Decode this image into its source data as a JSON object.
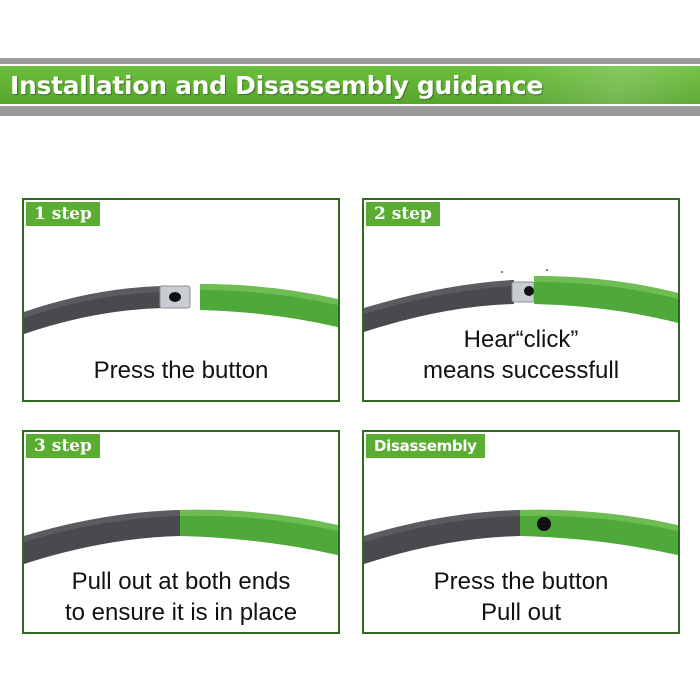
{
  "header": {
    "title": "Installation and Disassembly guidance"
  },
  "panels": [
    {
      "tag": "1 step",
      "lines": [
        "Press the button"
      ]
    },
    {
      "tag": "2 step",
      "lines": [
        "Hear“click”",
        "means successfull"
      ]
    },
    {
      "tag": "3 step",
      "lines": [
        "Pull out at both ends",
        "to ensure it is in place"
      ]
    },
    {
      "tag": "Disassembly",
      "lines": [
        "Press the button",
        "Pull out"
      ]
    }
  ],
  "colors": {
    "brand_green": "#5aad32",
    "tube_green": "#4ea83a",
    "tube_gray": "#4a4a4e",
    "border": "#2e6b1e",
    "banner_gray": "#9a9a9a"
  },
  "icons": [
    "hoop-tube-gray",
    "hoop-tube-green",
    "metal-connector-button"
  ]
}
